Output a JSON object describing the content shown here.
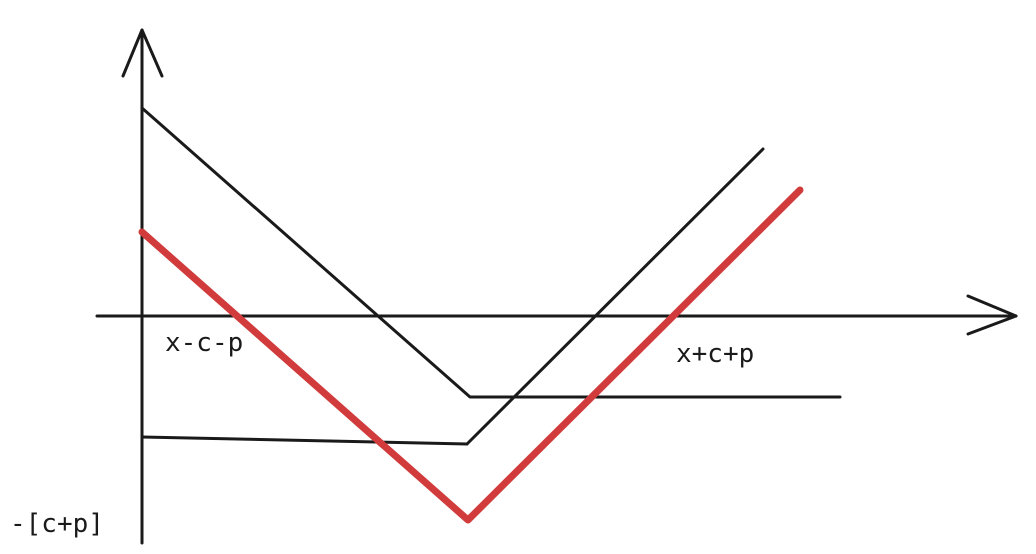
{
  "diagram": {
    "labels": {
      "left_x_label": "x-c-p",
      "right_x_label": "x+c+p",
      "y_label": "-[c+p]"
    },
    "colors": {
      "ink": "#1a1a1a",
      "highlight": "#d13b3b",
      "background": "#ffffff"
    },
    "lines": [
      {
        "name": "upper-black-curve",
        "color": "ink"
      },
      {
        "name": "lower-black-curve",
        "color": "ink"
      },
      {
        "name": "red-v-curve",
        "color": "highlight"
      }
    ]
  }
}
